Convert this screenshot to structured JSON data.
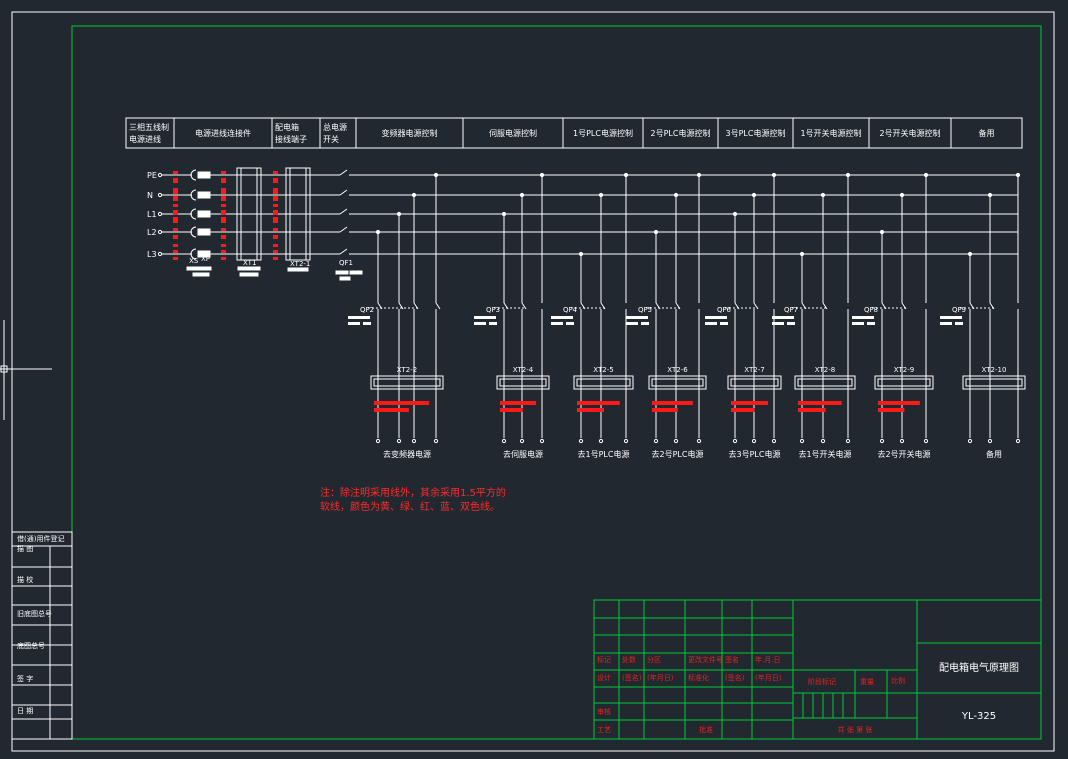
{
  "header_cells": [
    {
      "line1": "三相五线制",
      "line2": "电源进线"
    },
    {
      "line1": "电源进线连接件",
      "line2": ""
    },
    {
      "line1": "配电箱",
      "line2": "接线端子"
    },
    {
      "line1": "总电源",
      "line2": "开关"
    },
    {
      "line1": "变频器电源控制",
      "line2": ""
    },
    {
      "line1": "伺服电源控制",
      "line2": ""
    },
    {
      "line1": "1号PLC电源控制",
      "line2": ""
    },
    {
      "line1": "2号PLC电源控制",
      "line2": ""
    },
    {
      "line1": "3号PLC电源控制",
      "line2": ""
    },
    {
      "line1": "1号开关电源控制",
      "line2": ""
    },
    {
      "line1": "2号开关电源控制",
      "line2": ""
    },
    {
      "line1": "备用",
      "line2": ""
    }
  ],
  "bus_labels": [
    "PE",
    "N",
    "L1",
    "L2",
    "L3"
  ],
  "left_labels": {
    "xs": "XS",
    "xp": "XP",
    "xt1": "XT1",
    "xt2": "XT2-1",
    "qf1": "QF1"
  },
  "branches": [
    {
      "qf": "QF2",
      "xt": "XT2-2",
      "dest": "去变频器电源"
    },
    {
      "qf": "QF3",
      "xt": "XT2-4",
      "dest": "去伺服电源"
    },
    {
      "qf": "QF4",
      "xt": "XT2-5",
      "dest": "去1号PLC电源"
    },
    {
      "qf": "QF5",
      "xt": "XT2-6",
      "dest": "去2号PLC电源"
    },
    {
      "qf": "QF6",
      "xt": "XT2-7",
      "dest": "去3号PLC电源"
    },
    {
      "qf": "QF7",
      "xt": "XT2-8",
      "dest": "去1号开关电源"
    },
    {
      "qf": "QF8",
      "xt": "XT2-9",
      "dest": "去2号开关电源"
    },
    {
      "qf": "QF9",
      "xt": "XT2-10",
      "dest": "备用"
    }
  ],
  "note": {
    "line1": "注：除注明采用线外，其余采用1.5平方的",
    "line2": "软线，颜色为黄、绿、红、蓝、双色线。"
  },
  "side_table": [
    "借(通)用件登记",
    "描 图",
    "描 校",
    "旧底图总号",
    "底图总号",
    "签 字",
    "日 期"
  ],
  "title_block": {
    "row1": [
      "标记",
      "处数",
      "分区",
      "更改文件号",
      "签名",
      "年.月.日"
    ],
    "row2": [
      "设计",
      "(签名)",
      "(年月日)",
      "标准化",
      "(签名)",
      "(年月日)"
    ],
    "row3": [
      "审核"
    ],
    "row4": [
      "工艺",
      "批准"
    ],
    "stage": "阶段标记",
    "weight": "重量",
    "scale": "比例",
    "sheets": "共 张 第 张",
    "title": "配电箱电气原理图",
    "code": "YL-325"
  },
  "colors": {
    "bg": "#212830",
    "line": "#ffffff",
    "frame": "#00cc33",
    "accent": "#ff1a1a"
  }
}
